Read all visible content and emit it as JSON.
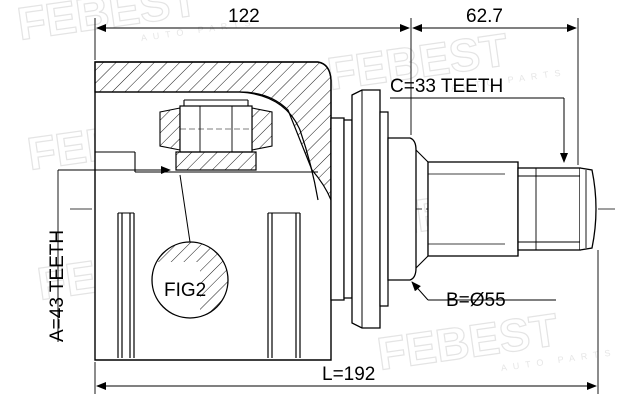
{
  "watermark": {
    "brand": "FEBEST",
    "sub": "AUTO PARTS"
  },
  "dimensions": {
    "top_left": "122",
    "top_right": "62.7",
    "bottom": "L=192"
  },
  "labels": {
    "spline_teeth": "C=33 TEETH",
    "diameter": "B=Ø55",
    "outer_teeth": "A=43 TEETH",
    "figure": "FIG2"
  }
}
